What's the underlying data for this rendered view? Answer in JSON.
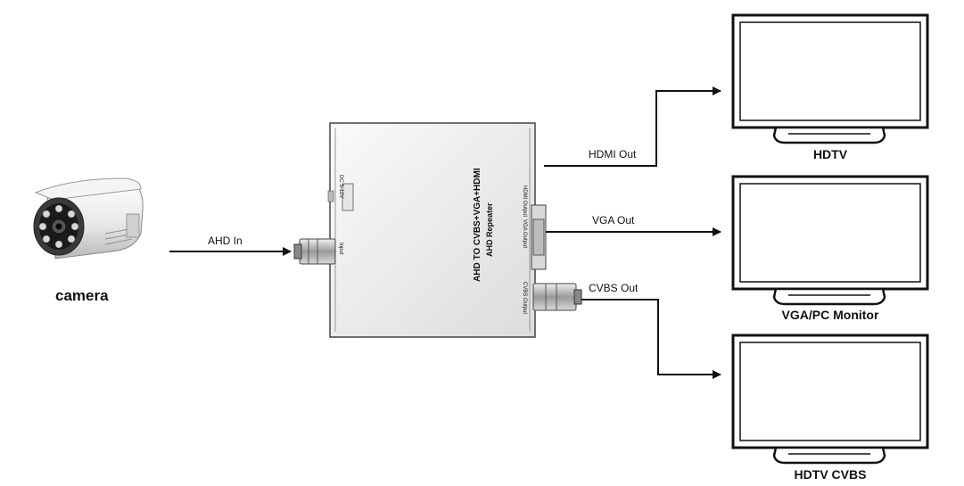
{
  "camera": {
    "label": "camera"
  },
  "device": {
    "title": "AHD TO CVBS+VGA+HDMI",
    "subtitle": "AHD Repeater",
    "power_label": "DC 5-12V",
    "input_label": "Input",
    "hdmi_port_label": "HDMI Output",
    "vga_port_label": "VGA Output",
    "cvbs_port_label": "CVBS Output"
  },
  "links": {
    "ahd_in": "AHD In",
    "hdmi_out": "HDMI Out",
    "vga_out": "VGA Out",
    "cvbs_out": "CVBS Out"
  },
  "displays": [
    {
      "label": "HDTV"
    },
    {
      "label": "VGA/PC Monitor"
    },
    {
      "label": "HDTV CVBS"
    }
  ],
  "colors": {
    "line": "#111111",
    "body": "#f2f2f2",
    "screen": "#ffffff"
  }
}
